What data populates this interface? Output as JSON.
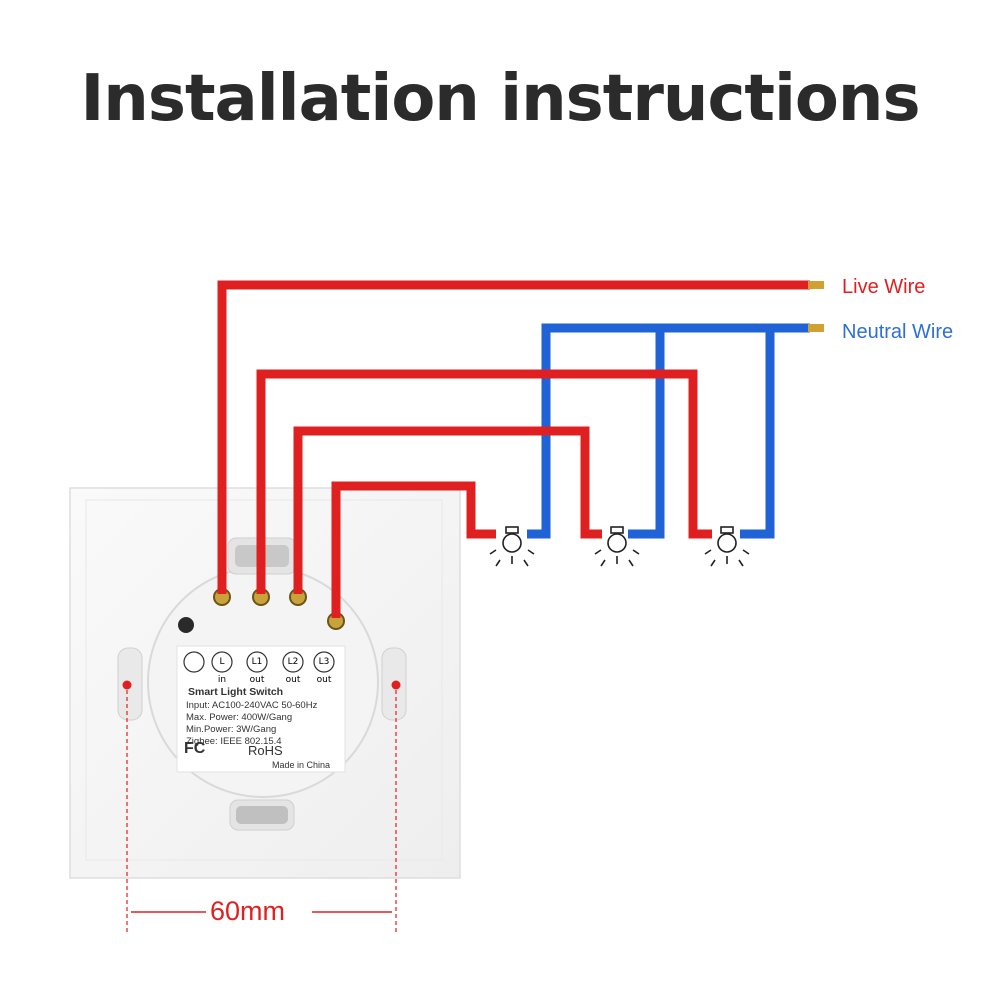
{
  "title": "Installation instructions",
  "labels": {
    "live_wire": "Live Wire",
    "neutral_wire": "Neutral Wire",
    "width": "60mm"
  },
  "device": {
    "terminals": [
      {
        "id": "L",
        "sub": "in"
      },
      {
        "id": "L1",
        "sub": "out"
      },
      {
        "id": "L2",
        "sub": "out"
      },
      {
        "id": "L3",
        "sub": "out"
      }
    ],
    "name": "Smart Light Switch",
    "specs": [
      "Input: AC100-240VAC 50-60Hz",
      "Max. Power: 400W/Gang",
      "Min.Power: 3W/Gang",
      "Zigbee: IEEE 802.15.4"
    ],
    "fc": "FC",
    "rohs": "RoHS",
    "made_in": "Made in China"
  },
  "colors": {
    "live": "#e02020",
    "neutral": "#1f63d6",
    "title": "#2b2b2b",
    "neutral_text": "#2f6fd8",
    "live_text": "#e02020"
  }
}
